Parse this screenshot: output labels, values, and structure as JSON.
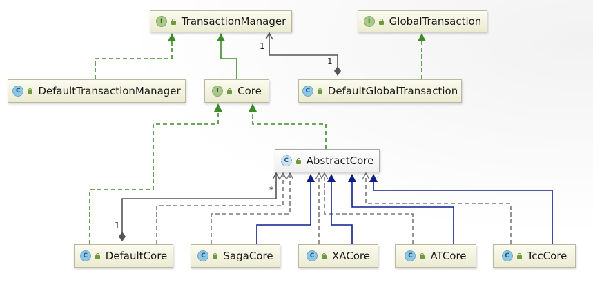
{
  "diagram": {
    "nodes": [
      {
        "id": "transaction-manager",
        "label": "TransactionManager",
        "kind": "interface",
        "badge": "I"
      },
      {
        "id": "global-transaction",
        "label": "GlobalTransaction",
        "kind": "interface",
        "badge": "I"
      },
      {
        "id": "default-transaction-manager",
        "label": "DefaultTransactionManager",
        "kind": "class",
        "badge": "C"
      },
      {
        "id": "core",
        "label": "Core",
        "kind": "interface",
        "badge": "I"
      },
      {
        "id": "default-global-transaction",
        "label": "DefaultGlobalTransaction",
        "kind": "class",
        "badge": "C"
      },
      {
        "id": "abstract-core",
        "label": "AbstractCore",
        "kind": "abstract-class",
        "badge": "C"
      },
      {
        "id": "default-core",
        "label": "DefaultCore",
        "kind": "class",
        "badge": "C"
      },
      {
        "id": "saga-core",
        "label": "SagaCore",
        "kind": "class",
        "badge": "C"
      },
      {
        "id": "xa-core",
        "label": "XACore",
        "kind": "class",
        "badge": "C"
      },
      {
        "id": "at-core",
        "label": "ATCore",
        "kind": "class",
        "badge": "C"
      },
      {
        "id": "tcc-core",
        "label": "TccCore",
        "kind": "class",
        "badge": "C"
      }
    ],
    "edges": [
      {
        "from": "default-transaction-manager",
        "to": "transaction-manager",
        "type": "implements"
      },
      {
        "from": "core",
        "to": "transaction-manager",
        "type": "extends-interface"
      },
      {
        "from": "default-global-transaction",
        "to": "transaction-manager",
        "type": "aggregation"
      },
      {
        "from": "default-global-transaction",
        "to": "global-transaction",
        "type": "implements"
      },
      {
        "from": "default-core",
        "to": "core",
        "type": "implements"
      },
      {
        "from": "abstract-core",
        "to": "core",
        "type": "implements"
      },
      {
        "from": "default-core",
        "to": "abstract-core",
        "type": "aggregation"
      },
      {
        "from": "default-core",
        "to": "abstract-core",
        "type": "dependency"
      },
      {
        "from": "saga-core",
        "to": "abstract-core",
        "type": "extends"
      },
      {
        "from": "saga-core",
        "to": "abstract-core",
        "type": "dependency"
      },
      {
        "from": "xa-core",
        "to": "abstract-core",
        "type": "extends"
      },
      {
        "from": "xa-core",
        "to": "abstract-core",
        "type": "dependency"
      },
      {
        "from": "at-core",
        "to": "abstract-core",
        "type": "extends"
      },
      {
        "from": "at-core",
        "to": "abstract-core",
        "type": "dependency"
      },
      {
        "from": "tcc-core",
        "to": "abstract-core",
        "type": "extends"
      },
      {
        "from": "tcc-core",
        "to": "abstract-core",
        "type": "dependency"
      }
    ],
    "multiplicities": {
      "gt_target": "1",
      "gt_source": "1",
      "core_star": "*",
      "core_one": "1"
    },
    "colors": {
      "implements": "#3d8b2a",
      "extends": "#0e1f8a",
      "dependency": "#7a7a7a",
      "aggregation": "#555555"
    }
  }
}
